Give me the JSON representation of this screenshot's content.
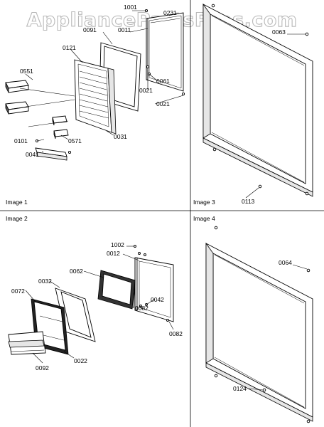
{
  "watermark": "AppliancePartsPros.com",
  "panels": {
    "image1": {
      "caption": "Image 1",
      "labels": [
        "1001",
        "0231",
        "0091",
        "0011",
        "0121",
        "0551",
        "0061",
        "0021",
        "0021",
        "0031",
        "0101",
        "0571",
        "0041"
      ]
    },
    "image2": {
      "caption": "Image 2",
      "labels": [
        "1002",
        "0012",
        "0062",
        "0032",
        "0072",
        "0042",
        "0082",
        "0082",
        "0092",
        "0022"
      ]
    },
    "image3": {
      "caption": "Image 3",
      "labels": [
        "0063",
        "0113"
      ]
    },
    "image4": {
      "caption": "Image 4",
      "labels": [
        "0064",
        "0124"
      ]
    }
  }
}
